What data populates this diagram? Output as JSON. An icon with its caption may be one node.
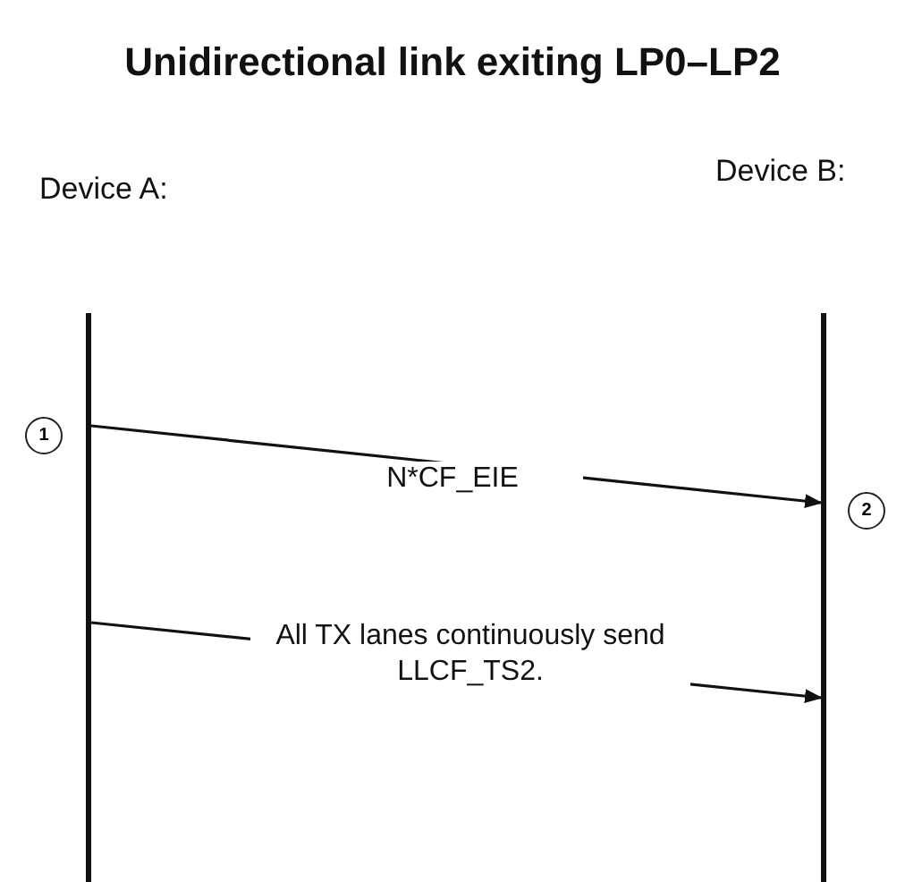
{
  "diagram": {
    "title": "Unidirectional link exiting LP0–LP2",
    "nodes": [
      {
        "text": [
          "Device A:"
        ]
      },
      {
        "text": [
          "Device B:"
        ]
      }
    ],
    "edges": [
      {
        "from": 0,
        "to": 1,
        "arrow": "to",
        "label": "N*CF_EIE"
      },
      {
        "from": 0,
        "to": 1,
        "arrow": "to",
        "label": "All TX lanes continuously send LLCF_TS2."
      }
    ],
    "labels": [
      "1",
      "2"
    ]
  }
}
